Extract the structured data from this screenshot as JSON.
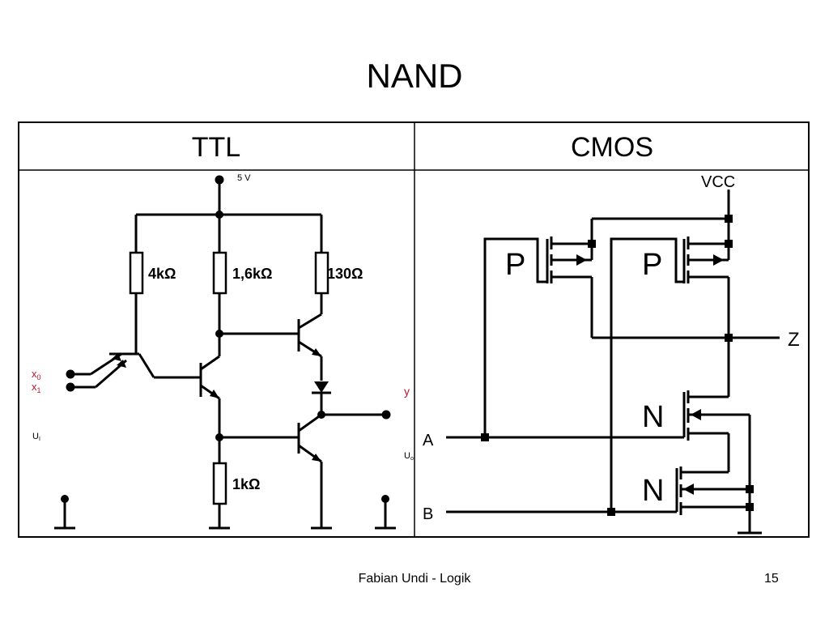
{
  "slide": {
    "title": "NAND",
    "footer_author": "Fabian Undi - Logik",
    "page_number": "15"
  },
  "table": {
    "columns": [
      "TTL",
      "CMOS"
    ]
  },
  "ttl": {
    "supply": "5 V",
    "r1": "4kΩ",
    "r2": "1,6kΩ",
    "r3": "130Ω",
    "r4": "1kΩ",
    "input_x0": "x",
    "input_x0_sub": "0",
    "input_x1": "x",
    "input_x1_sub": "1",
    "output_y": "y",
    "ui": "U",
    "ui_sub": "I",
    "uo": "U",
    "uo_sub": "o"
  },
  "cmos": {
    "vcc": "VCC",
    "p1": "P",
    "p2": "P",
    "n1": "N",
    "n2": "N",
    "out_z": "Z",
    "in_a": "A",
    "in_b": "B"
  }
}
